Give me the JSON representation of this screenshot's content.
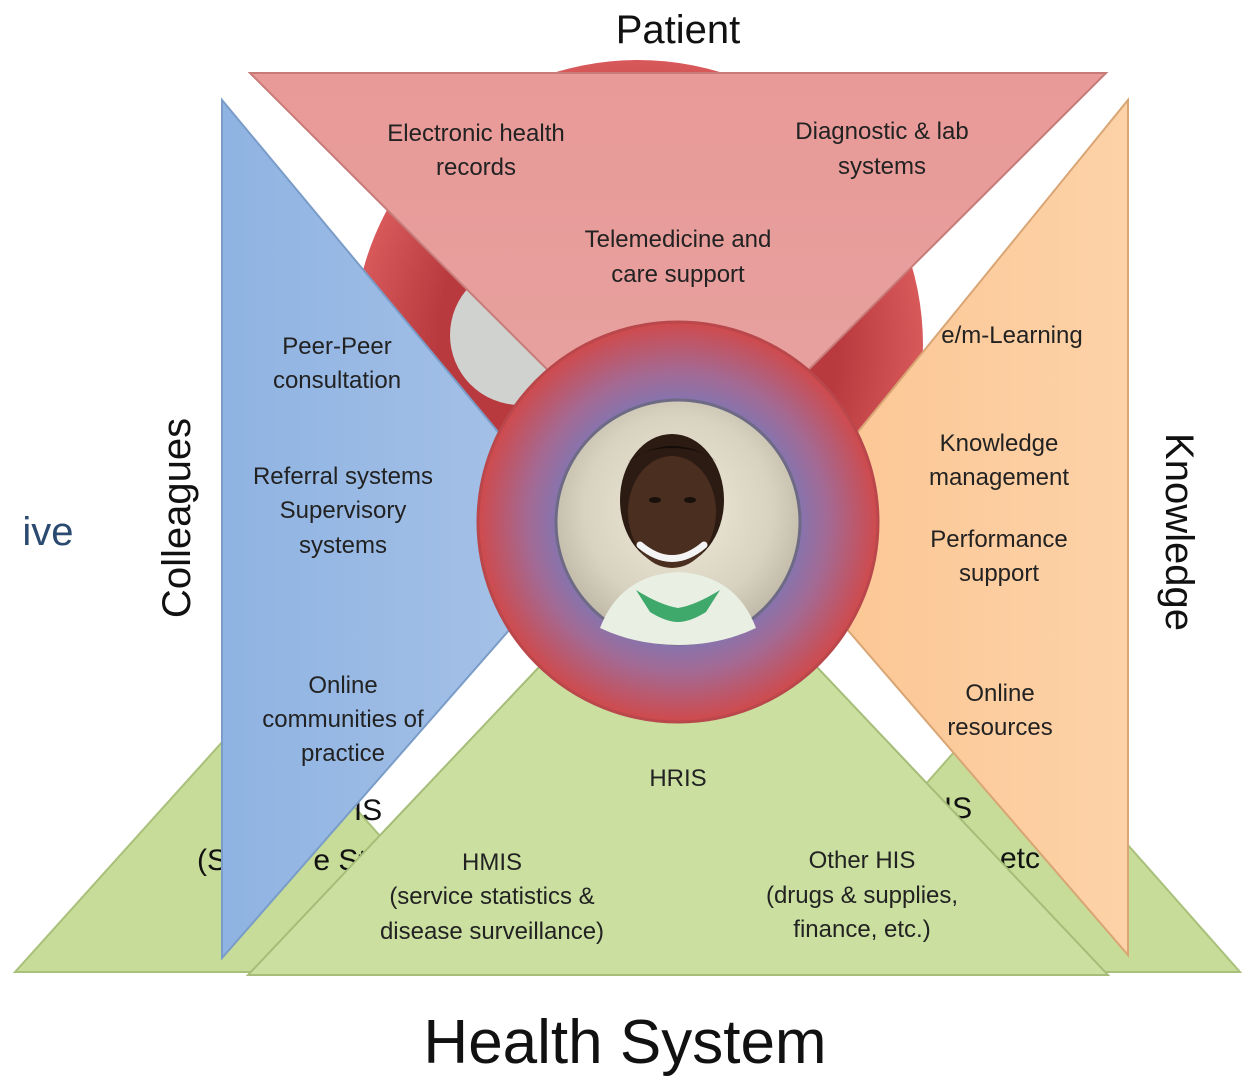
{
  "axes": {
    "top": "Patient",
    "left": "Colleagues",
    "right": "Knowledge",
    "bottom": "Health System"
  },
  "left_fragment": "ive",
  "patient": {
    "ehr": [
      "Electronic health",
      "records"
    ],
    "diag": [
      "Diagnostic & lab",
      "systems"
    ],
    "tele": [
      "Telemedicine  and",
      "care support"
    ]
  },
  "colleagues": {
    "peer": [
      "Peer-Peer",
      "consultation"
    ],
    "referral": [
      "Referral systems",
      "Supervisory",
      "systems"
    ],
    "online": [
      "Online",
      "communities of",
      "practice"
    ]
  },
  "knowledge": {
    "elearn": [
      "e/m-Learning"
    ],
    "km": [
      "Knowledge",
      "management"
    ],
    "perf": [
      "Performance",
      "support"
    ],
    "online": [
      "Online",
      "resources"
    ]
  },
  "health_system": {
    "hris": [
      "HRIS"
    ],
    "hmis": [
      "HMIS",
      "(service statistics &",
      "disease surveillance)"
    ],
    "other": [
      "Other HIS",
      "(drugs & supplies,",
      "finance, etc.)"
    ]
  },
  "behind_fragments": {
    "is_left": "IS",
    "s_paren": "(S",
    "st": "e St",
    "is_right": "IS",
    "etc": "etc"
  },
  "colors": {
    "patient_fill": "#e79a98",
    "ring_red": "#c8464a",
    "colleagues_fill": "#9ebde3",
    "knowledge_fill": "#fcc898",
    "health_fill": "#c9df9c",
    "hub_purple": "#8c7fb4"
  }
}
